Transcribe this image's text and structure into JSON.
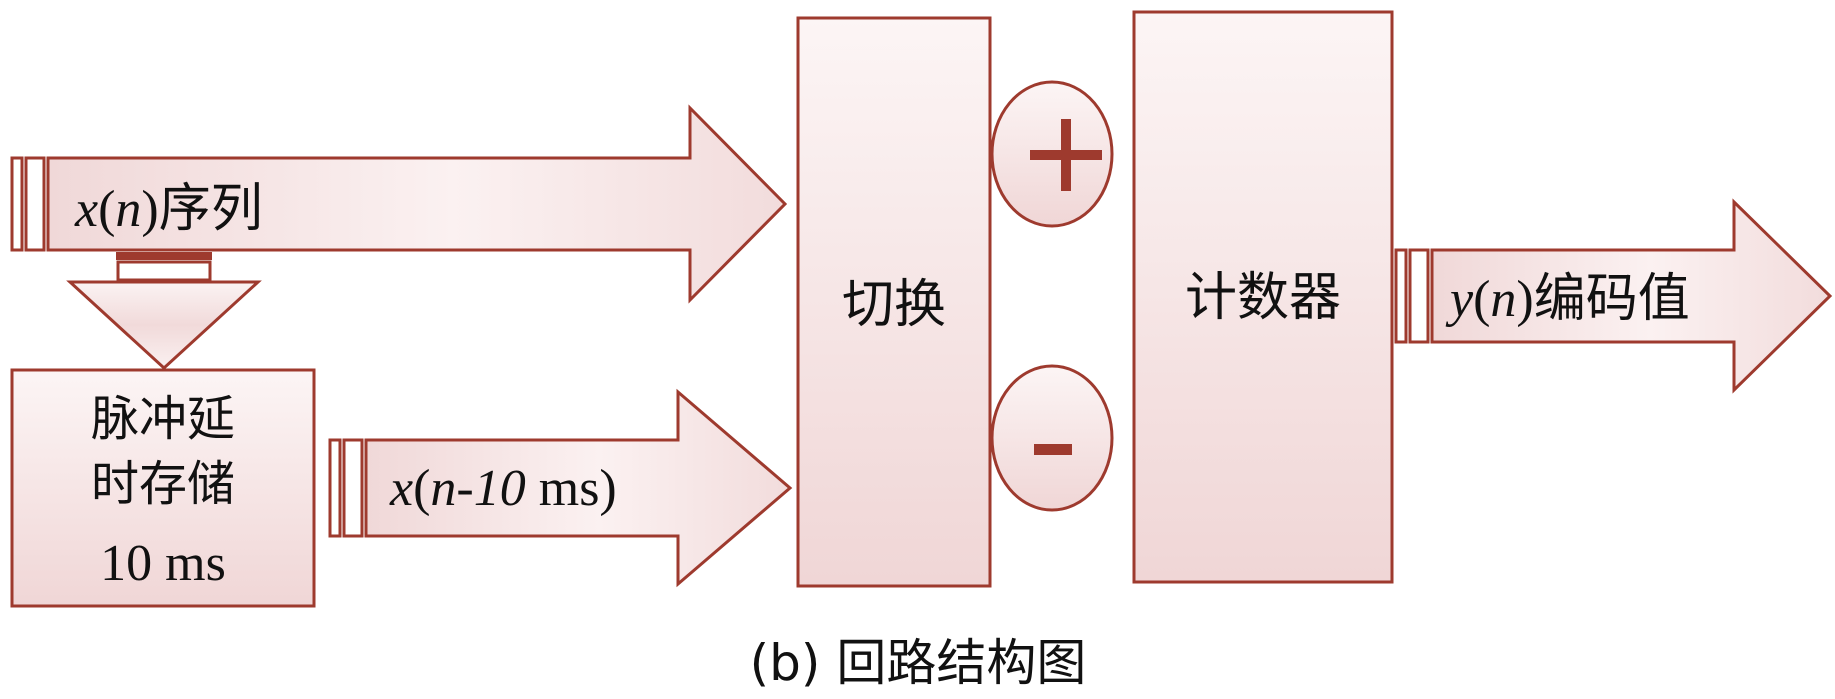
{
  "diagram": {
    "input_label_var": "x",
    "input_label_arg": "n",
    "input_label_suffix": "序列",
    "delay_box_line1": "脉冲延",
    "delay_box_line2": "时存储",
    "delay_box_line3": "10 ms",
    "delayed_label_var": "x",
    "delayed_label_arg": "n-10",
    "delayed_label_unit": " ms)",
    "switch_label": "切换",
    "plus_sign": "+",
    "minus_sign": "-",
    "counter_label": "计数器",
    "output_label_var": "y",
    "output_label_arg": "n",
    "output_label_suffix": "编码值",
    "caption": "(b) 回路结构图"
  },
  "colors": {
    "stroke": "#9E3A2E",
    "fill_light": "#FBF1F1",
    "fill_mid": "#F1DADA"
  }
}
